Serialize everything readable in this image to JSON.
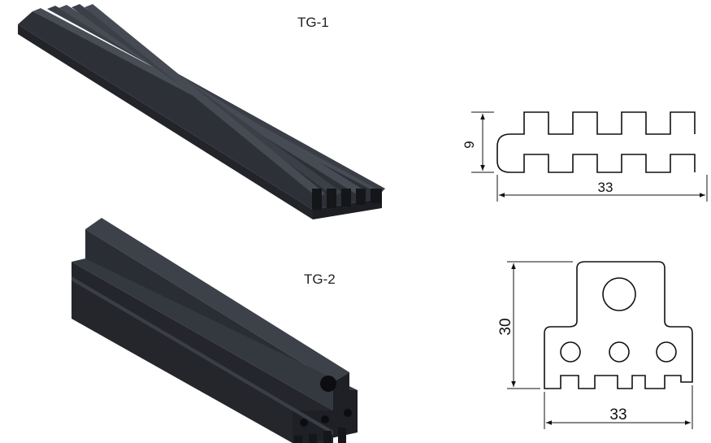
{
  "colors": {
    "profile_dark": "#25272c",
    "profile_mid": "#30343b",
    "profile_light": "#444951",
    "line": "#111111"
  },
  "products": [
    {
      "label": "TG-1",
      "dimensions": {
        "height": "9",
        "width": "33"
      }
    },
    {
      "label": "TG-2",
      "dimensions": {
        "height": "30",
        "width": "33"
      }
    }
  ]
}
